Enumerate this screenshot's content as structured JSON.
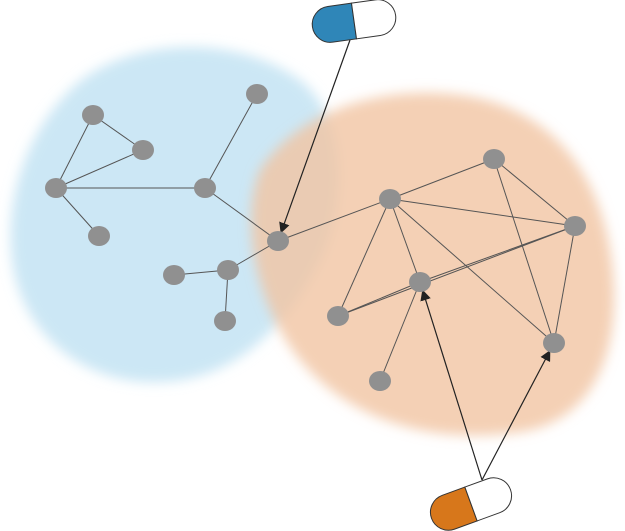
{
  "title": "",
  "colors": {
    "background": "#ffffff",
    "blue_region": "#bfe1f3",
    "orange_region": "#f1c4a3",
    "node": "#909090",
    "edge": "#555555",
    "arrow": "#222222",
    "blue_capsule": "#2f86b8",
    "orange_capsule": "#d7771b",
    "capsule_outline": "#333333",
    "capsule_light": "#ffffff"
  },
  "regions": [
    {
      "id": "blue-region",
      "color_key": "blue_region"
    },
    {
      "id": "orange-region",
      "color_key": "orange_region"
    }
  ],
  "nodes": [
    "n1",
    "n2",
    "n3",
    "n4",
    "n5",
    "n6",
    "n7",
    "n8",
    "n9",
    "n10",
    "n11",
    "n12",
    "n13",
    "n14",
    "n15",
    "n16",
    "n17",
    "n18"
  ],
  "edges": [
    [
      "n1",
      "n2"
    ],
    [
      "n1",
      "n3"
    ],
    [
      "n2",
      "n3"
    ],
    [
      "n3",
      "n4"
    ],
    [
      "n3",
      "n6"
    ],
    [
      "n5",
      "n6"
    ],
    [
      "n6",
      "n7"
    ],
    [
      "n7",
      "n8"
    ],
    [
      "n8",
      "n9"
    ],
    [
      "n8",
      "n10"
    ],
    [
      "n7",
      "n11"
    ],
    [
      "n11",
      "n12"
    ],
    [
      "n11",
      "n13"
    ],
    [
      "n11",
      "n16"
    ],
    [
      "n11",
      "n14"
    ],
    [
      "n11",
      "n15"
    ],
    [
      "n12",
      "n13"
    ],
    [
      "n12",
      "n15"
    ],
    [
      "n13",
      "n15"
    ],
    [
      "n13",
      "n14"
    ],
    [
      "n13",
      "n16"
    ],
    [
      "n14",
      "n16"
    ],
    [
      "n14",
      "n17"
    ],
    [
      "n17",
      "n18"
    ]
  ],
  "drugs": [
    {
      "id": "drug-blue",
      "color_key": "blue_capsule",
      "targets": [
        "n7"
      ]
    },
    {
      "id": "drug-orange",
      "color_key": "orange_capsule",
      "targets": [
        "n14",
        "n15"
      ]
    }
  ]
}
